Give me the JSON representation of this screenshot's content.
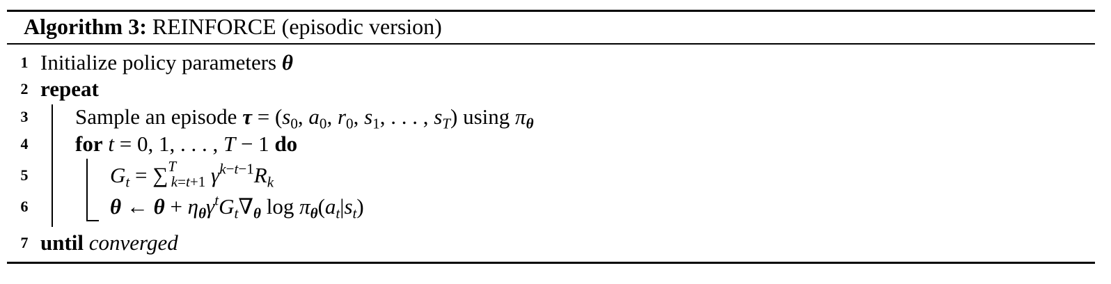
{
  "caption": {
    "label": "Algorithm 3:",
    "title": "REINFORCE (episodic version)"
  },
  "lines": [
    {
      "num": "1",
      "text": "Initialize policy parameters",
      "theta": "θ"
    },
    {
      "num": "2",
      "keyword": "repeat"
    },
    {
      "num": "3",
      "text_pre": "Sample an episode",
      "tau": "τ",
      "formula": "= (s0, a0, r0, s1, . . . , sT)",
      "text_post": "using",
      "pi": "π",
      "pi_sub": "θ"
    },
    {
      "num": "4",
      "keyword_for": "for",
      "range": "t = 0, 1, . . . , T − 1",
      "keyword_do": "do"
    },
    {
      "num": "5",
      "formula": "Gt = ∑T k=t+1 γk−t−1 Rk"
    },
    {
      "num": "6",
      "formula": "θ ← θ + ηθ γt Gt ∇θ log πθ(at|st)"
    },
    {
      "num": "7",
      "keyword": "until",
      "condition": "converged"
    }
  ]
}
